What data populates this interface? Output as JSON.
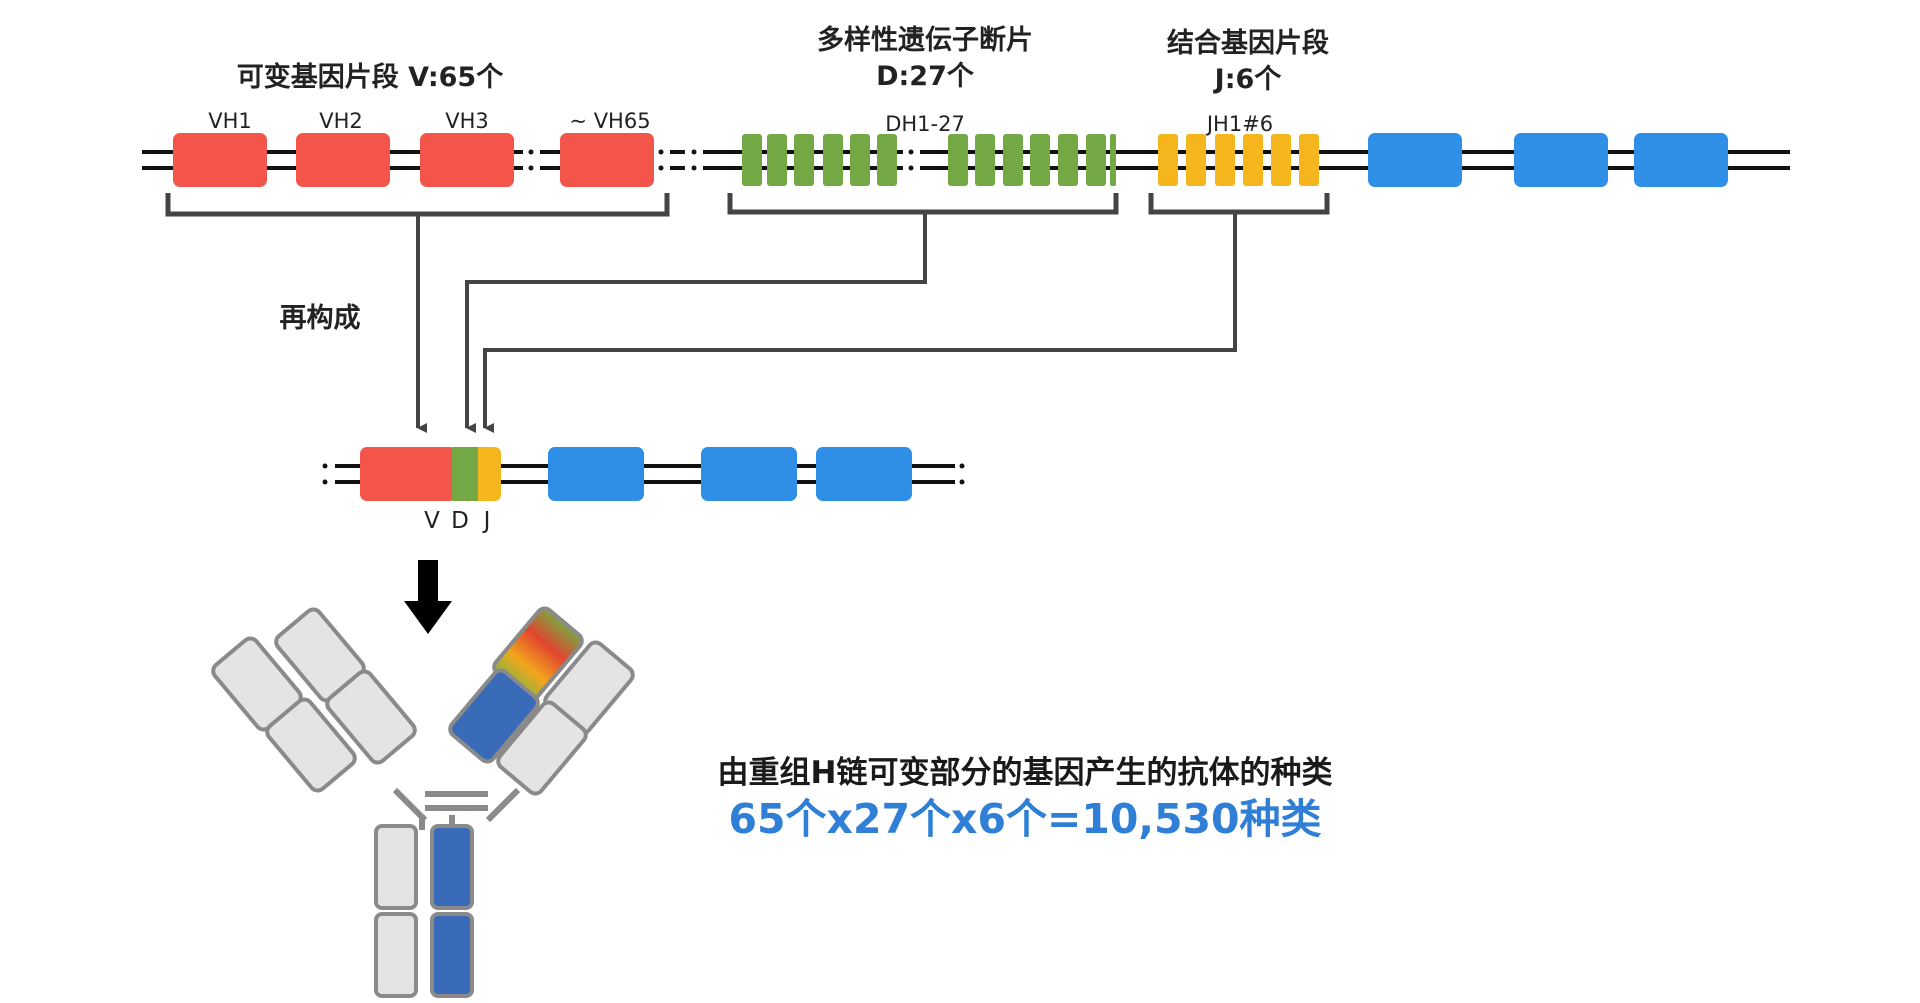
{
  "colors": {
    "v_segment": "#f4554b",
    "d_segment": "#73a845",
    "j_segment": "#f4b61c",
    "constant_segment": "#2f8fe6",
    "strand": "#111111",
    "bracket": "#444444",
    "antibody_grey_fill": "#e4e4e4",
    "antibody_grey_stroke": "#8a8a8a",
    "antibody_blue": "#3a6bb8",
    "result_highlight": "#2f7fd6"
  },
  "genome": {
    "v_region": {
      "title": "可变基因片段 V:65个",
      "labels": [
        "VH1",
        "VH2",
        "VH3",
        "~ VH65"
      ]
    },
    "d_region": {
      "title_line1": "多样性遗伝子断片",
      "title_line2": "D:27个",
      "label": "DH1-27"
    },
    "j_region": {
      "title_line1": "结合基因片段",
      "title_line2": "J:6个",
      "label": "JH1#6"
    }
  },
  "recombination": {
    "label": "再构成",
    "segment_labels": [
      "V",
      "D",
      "J"
    ]
  },
  "result": {
    "line1": "由重组H链可变部分的基因产生的抗体的种类",
    "line2": "65个x27个x6个=10,530种类"
  }
}
